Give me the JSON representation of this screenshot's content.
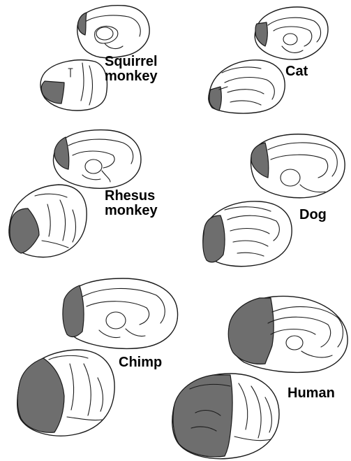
{
  "colors": {
    "prefrontal_shading": "#6e6e6e",
    "outline": "#1a1a1a",
    "background": "#ffffff"
  },
  "species": {
    "squirrel_monkey": {
      "line1": "Squirrel",
      "line2": "monkey"
    },
    "cat": {
      "label": "Cat"
    },
    "rhesus_monkey": {
      "line1": "Rhesus",
      "line2": "monkey"
    },
    "dog": {
      "label": "Dog"
    },
    "chimp": {
      "label": "Chimp"
    },
    "human": {
      "label": "Human"
    }
  }
}
